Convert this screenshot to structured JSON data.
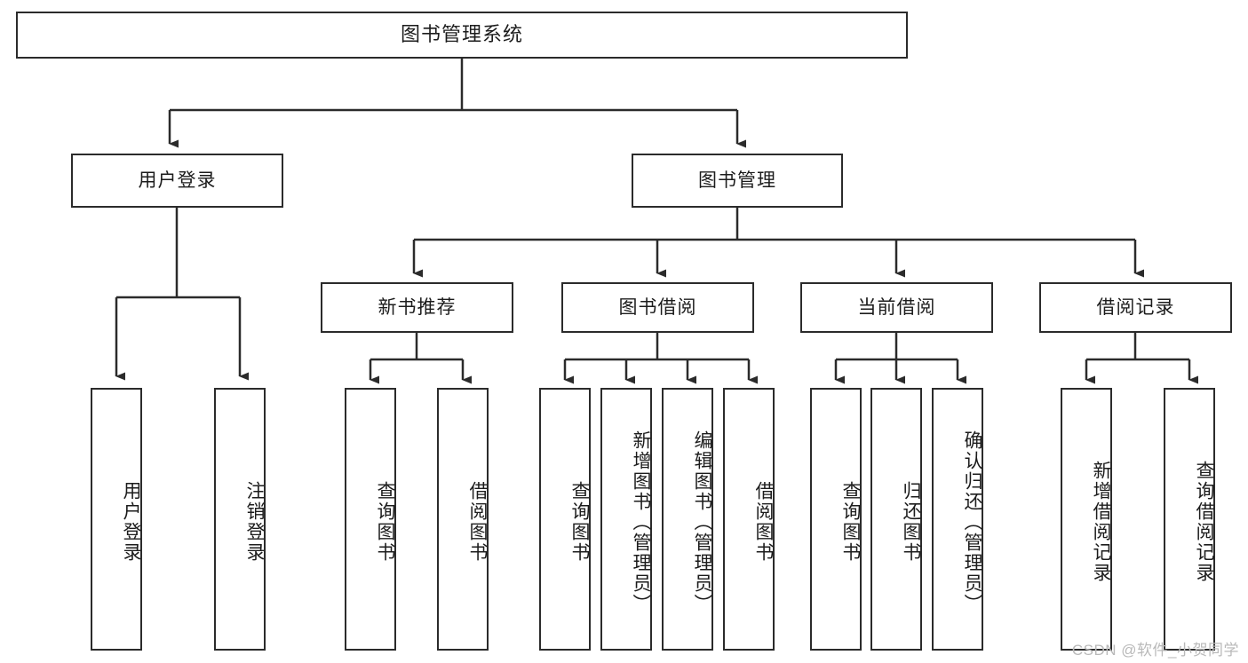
{
  "diagram": {
    "title": "图书管理系统",
    "type": "tree",
    "watermark": "CSDN @软件_小贺同学",
    "colors": {
      "stroke": "#2b2b2b",
      "fill": "#ffffff",
      "background": "#ffffff",
      "watermark": "#b9b9b9"
    },
    "nodes": {
      "root": {
        "label": "图书管理系统"
      },
      "level1": [
        {
          "label": "用户登录"
        },
        {
          "label": "图书管理"
        }
      ],
      "level2": [
        {
          "label": "新书推荐"
        },
        {
          "label": "图书借阅"
        },
        {
          "label": "当前借阅"
        },
        {
          "label": "借阅记录"
        }
      ],
      "leaves": {
        "user_login": [
          {
            "label": "用户登录"
          },
          {
            "label": "注销登录"
          }
        ],
        "new_book_recommend": [
          {
            "label": "查询图书"
          },
          {
            "label": "借阅图书"
          }
        ],
        "book_borrow": [
          {
            "label": "查询图书"
          },
          {
            "label": "新增图书（管理员）"
          },
          {
            "label": "编辑图书（管理员）"
          },
          {
            "label": "借阅图书"
          }
        ],
        "current_borrow": [
          {
            "label": "查询图书"
          },
          {
            "label": "归还图书"
          },
          {
            "label": "确认归还（管理员）"
          }
        ],
        "borrow_record": [
          {
            "label": "新增借阅记录"
          },
          {
            "label": "查询借阅记录"
          }
        ]
      }
    }
  }
}
